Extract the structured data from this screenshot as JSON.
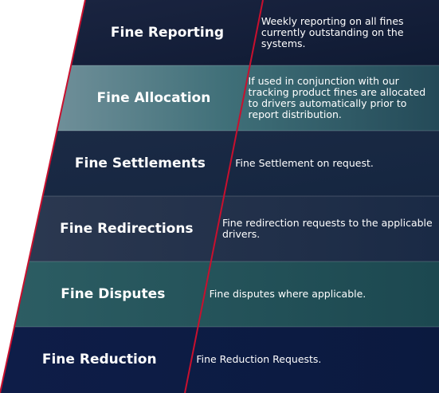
{
  "colors": {
    "divider_line": "#c8102e",
    "tier_dark_navy": "#13203a",
    "tier_teal": "#1f4f59",
    "tier_light_teal": "#3a6a73",
    "tier_deep_blue": "#0d1d45",
    "text": "#ffffff"
  },
  "tiers": [
    {
      "title": "Fine Reporting",
      "description": "Weekly reporting on all fines currently outstanding on the systems."
    },
    {
      "title": "Fine Allocation",
      "description": "If used in conjunction with our tracking product fines are allocated to drivers automatically prior to report distribution."
    },
    {
      "title": "Fine Settlements",
      "description": "Fine Settlement on request."
    },
    {
      "title": "Fine Redirections",
      "description": "Fine redirection requests to the applicable drivers."
    },
    {
      "title": "Fine Disputes",
      "description": "Fine disputes where applicable."
    },
    {
      "title": "Fine Reduction",
      "description": "Fine Reduction Requests."
    }
  ]
}
